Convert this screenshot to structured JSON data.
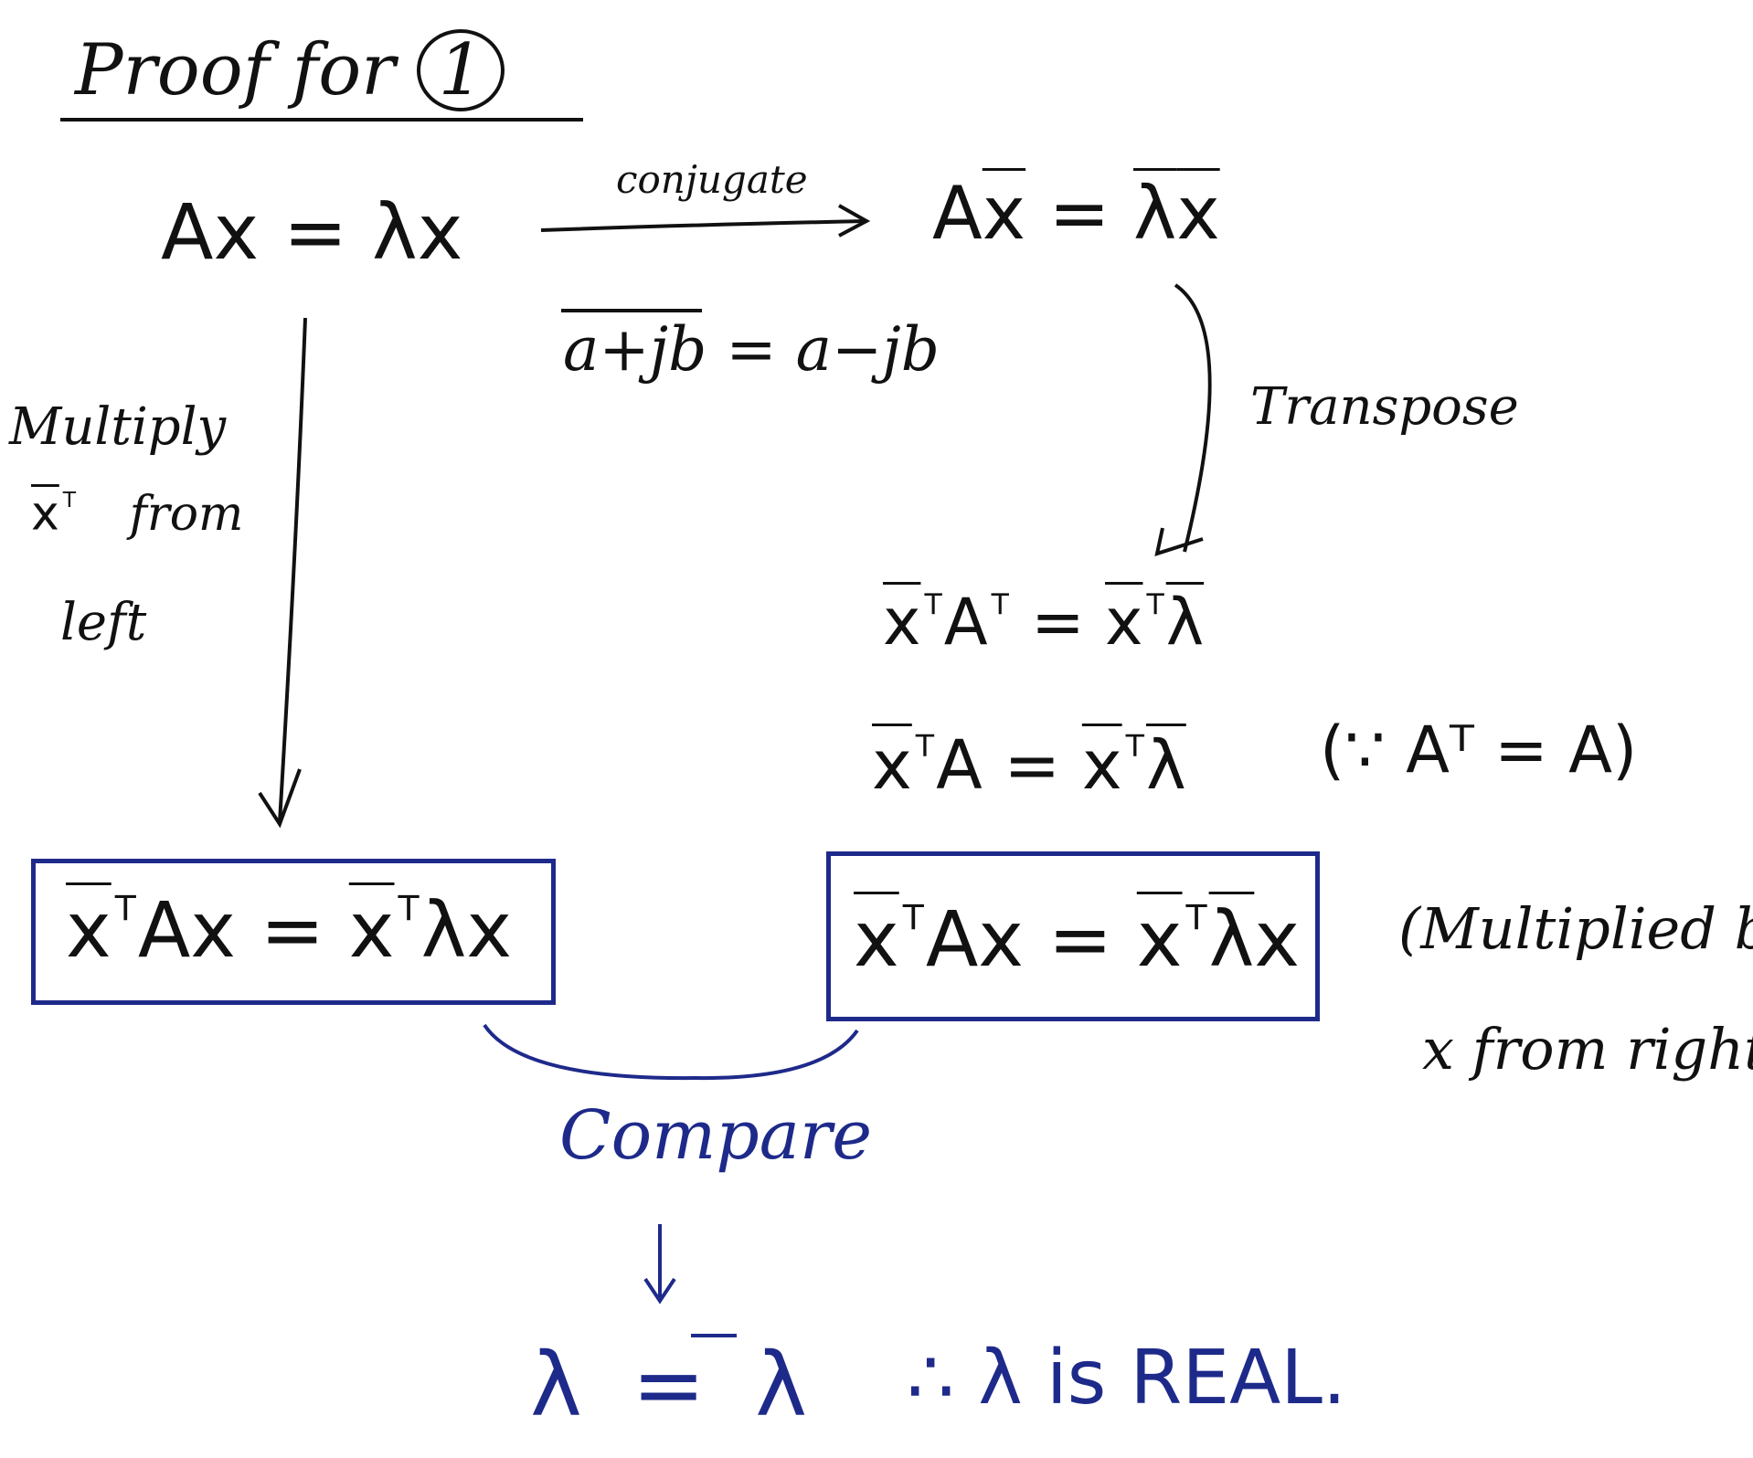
{
  "title": {
    "prefix": "Proof for",
    "circled": "1"
  },
  "equations": {
    "start": {
      "lhs": "Ax",
      "eq": "=",
      "rhs_lambda": "λ",
      "rhs_x": "x"
    },
    "conjugate_result": {
      "lhs_A": "A",
      "lhs_x": "x",
      "eq": "=",
      "lambda": "λ",
      "x": "x"
    },
    "conjugate_rule": {
      "lhs": "a+jb",
      "eq": "=",
      "rhs": "a−jb"
    },
    "transpose_result": {
      "x": "x",
      "T": "T",
      "A": "A",
      "eq": "=",
      "lambda": "λ"
    },
    "symmetric_result": {
      "x": "x",
      "T": "T",
      "A": "A",
      "eq": "=",
      "lambda": "λ"
    },
    "symmetric_note": "(∵ Aᵀ = A)",
    "left_box": {
      "x": "x",
      "T": "T",
      "A": "A",
      "eq": "=",
      "lambda": "λ"
    },
    "right_box": {
      "x": "x",
      "T": "T",
      "A": "A",
      "eq": "=",
      "lambda": "λ"
    },
    "conclusion_eq": {
      "lhs": "λ",
      "eq": "=",
      "rhs": "λ"
    },
    "conclusion_text": "∴ λ is REAL."
  },
  "labels": {
    "conjugate": "conjugate",
    "transpose": "Transpose",
    "multiply_left_1": "Multiply",
    "multiply_left_2_from": "from",
    "multiply_left_3": "left",
    "multiplied_right_1": "(Multiplied by",
    "multiplied_right_2": "x from right)",
    "compare": "Compare"
  },
  "colors": {
    "ink": "#111111",
    "blue": "#1e2a8a"
  }
}
